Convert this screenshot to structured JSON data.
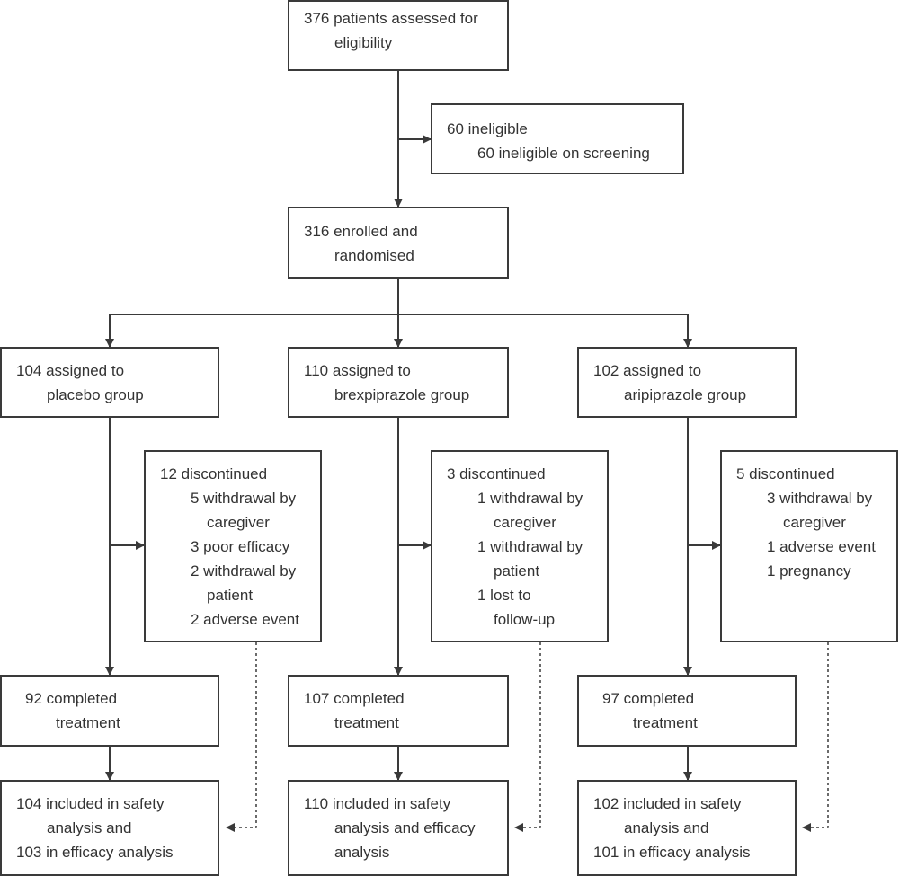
{
  "screening": {
    "lines": [
      "376 patients assessed for",
      "eligibility"
    ]
  },
  "ineligible": {
    "lines": [
      "60 ineligible",
      "60 ineligible on screening"
    ]
  },
  "randomised": {
    "lines": [
      "316 enrolled and",
      "randomised"
    ]
  },
  "placebo": {
    "assigned": [
      "104 assigned to",
      "placebo group"
    ],
    "discontinued": [
      "12 discontinued",
      "5 withdrawal by",
      "caregiver",
      "3 poor efficacy",
      "2 withdrawal by",
      "patient",
      "2 adverse event"
    ],
    "completed": [
      "92 completed",
      "treatment"
    ],
    "analysis": [
      "104 included in safety",
      "analysis and",
      "103 in efficacy analysis"
    ]
  },
  "brexpiprazole": {
    "assigned": [
      "110 assigned to",
      "brexpiprazole group"
    ],
    "discontinued": [
      "3 discontinued",
      "1 withdrawal by",
      "caregiver",
      "1 withdrawal by",
      "patient",
      "1 lost to",
      "follow-up"
    ],
    "completed": [
      "107 completed",
      "treatment"
    ],
    "analysis": [
      "110 included in safety",
      "analysis and efficacy",
      "analysis"
    ]
  },
  "aripiprazole": {
    "assigned": [
      "102 assigned to",
      "aripiprazole group"
    ],
    "discontinued": [
      "5 discontinued",
      "3 withdrawal by",
      "caregiver",
      "1 adverse event",
      "1 pregnancy"
    ],
    "completed": [
      "97 completed",
      "treatment"
    ],
    "analysis": [
      "102 included in safety",
      "analysis and",
      "101 in efficacy analysis"
    ]
  }
}
